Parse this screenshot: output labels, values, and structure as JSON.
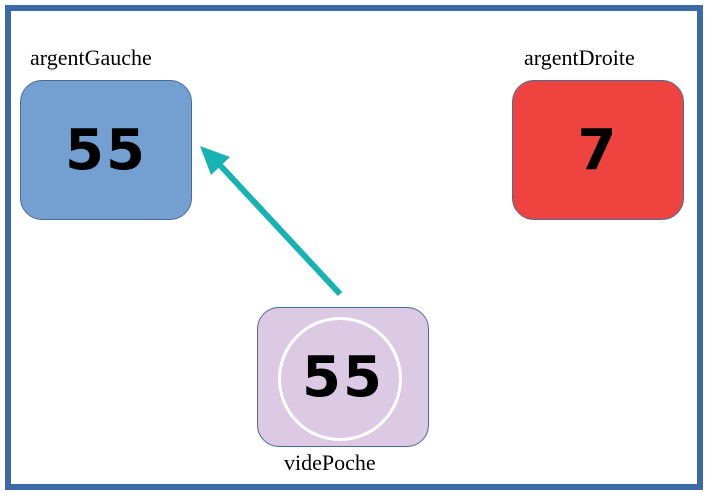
{
  "variables": {
    "left": {
      "label": "argentGauche",
      "value": "55",
      "color": "#739fd1"
    },
    "right": {
      "label": "argentDroite",
      "value": "7",
      "color": "#ef4340"
    },
    "pocket": {
      "label": "videPoche",
      "value": "55",
      "color": "#dccae4"
    }
  },
  "arrow": {
    "from": "videPoche",
    "to": "argentGauche",
    "color": "#17b2b2"
  },
  "frame_color": "#3d6aa6"
}
